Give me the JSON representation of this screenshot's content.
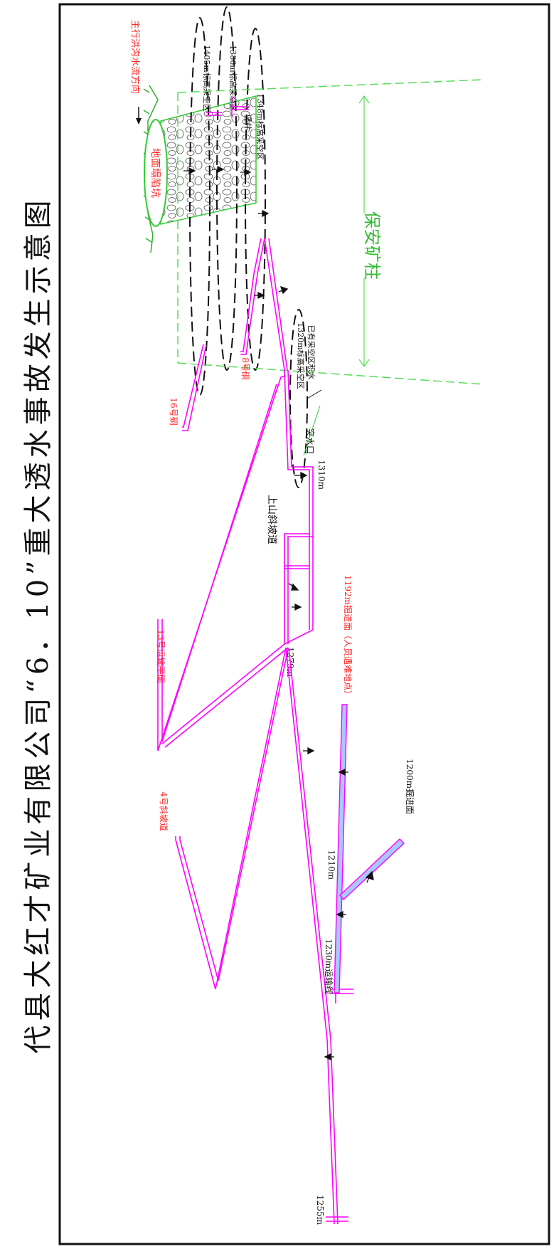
{
  "title": "代县大红才矿业有限公司“6．10”重大透水事故发生示意图",
  "colors": {
    "border": "#111111",
    "tunnel": "#ff00ff",
    "boundary": "#33dd33",
    "label_red": "#ff2222",
    "ellipse": "#111111",
    "water_blue": "#7fb0ff",
    "pillar_text": "#33cc33"
  },
  "labels": {
    "flood_direction": "主行洪沟水流方向",
    "collapse_pit": "地面塌陷坑",
    "goaf_1": "1405m标高采空区",
    "goaf_2": "1386m标高采空区",
    "goaf_3": "1348m标高采空区",
    "shaft": "竖井",
    "goaf_water": "1320m标高采空区",
    "old_water": "已有采空区积水",
    "safety_pillar": "保安矿柱",
    "tunnel_16": "16号硐",
    "tunnel_8": "8号硐",
    "water_inrush": "突水口",
    "elev_1310": "1310m",
    "upper_incline": "上山斜坡道",
    "elev_1279": "1279m",
    "transport_13": "13号运输平硐",
    "heading_1192": "1192m掘进面（人员遇难地点）",
    "incline_4": "4号斜坡道",
    "elev_1210": "1210m",
    "heading_1200": "1200m掘进面",
    "conveyor_1230": "1230m运输线",
    "elev_1255": "1255m"
  }
}
